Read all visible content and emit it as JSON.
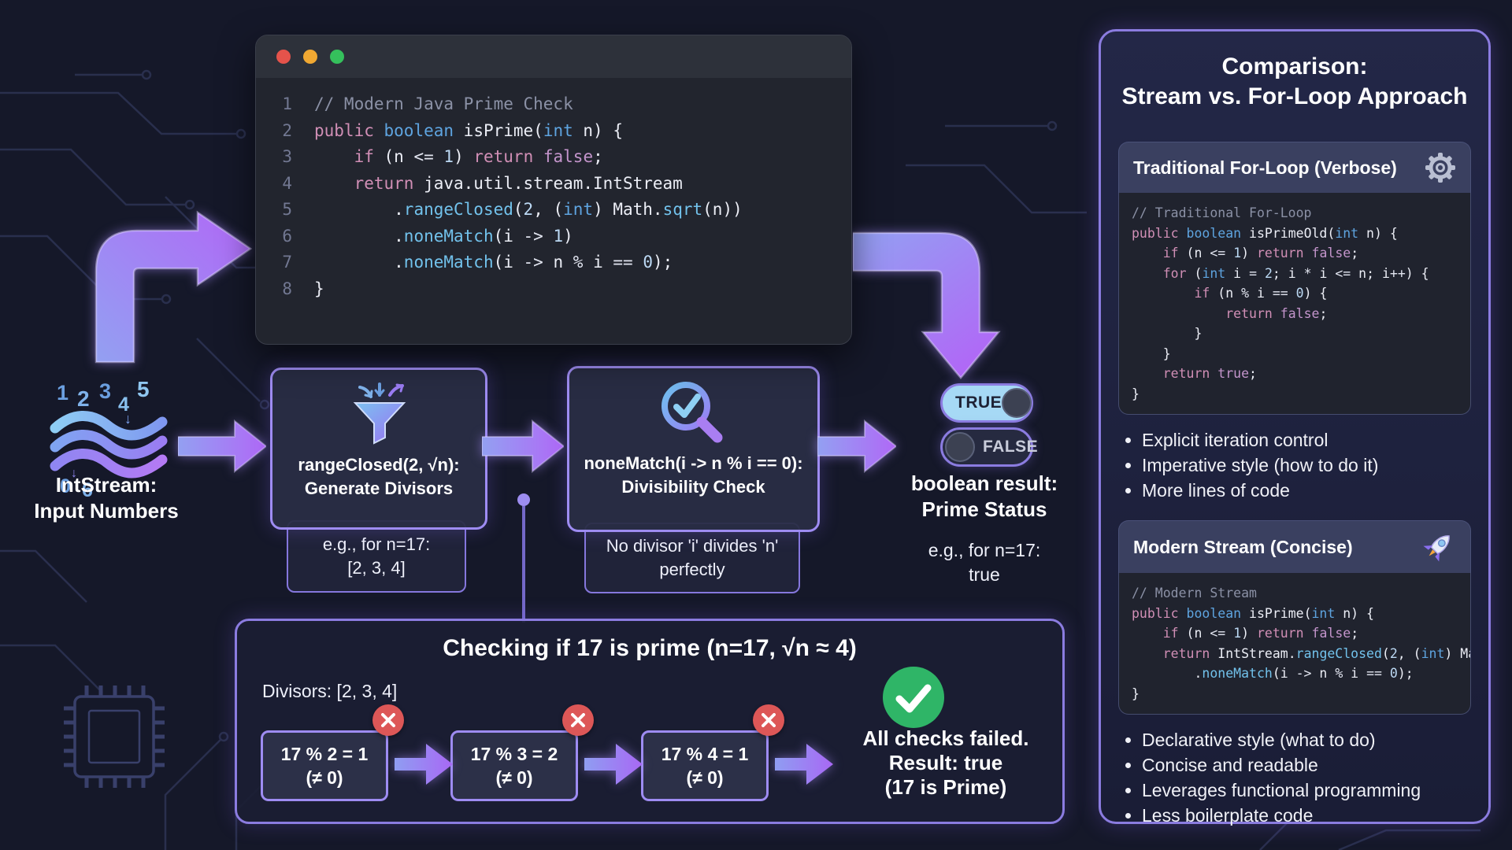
{
  "colors": {
    "accent_purple": "#8b7ce0",
    "arrow_light": "#93a0f2",
    "arrow_dark": "#b068f6",
    "true_fill": "#a6d9f5",
    "error_red": "#dd5757",
    "success_green": "#2fb567",
    "traffic_red": "#e5534b",
    "traffic_yellow": "#f0a832",
    "traffic_green": "#35c05c"
  },
  "icons": {
    "traffic_lights": "close-minimize-zoom",
    "stream_wave": "wavy stream with digits",
    "funnel": "funnel with in/out arrows",
    "magnifier_check": "magnifying glass with checkmark",
    "gear": "gear",
    "rocket": "rocket",
    "x_badge": "red x",
    "success_check": "green check circle"
  },
  "code_window": {
    "lines": [
      [
        [
          "c",
          "// Modern Java Prime Check"
        ]
      ],
      [
        [
          "k",
          "public"
        ],
        [
          "p",
          " "
        ],
        [
          "t",
          "boolean"
        ],
        [
          "p",
          " isPrime("
        ],
        [
          "t",
          "int"
        ],
        [
          "p",
          " n) {"
        ]
      ],
      [
        [
          "p",
          "    "
        ],
        [
          "k",
          "if"
        ],
        [
          "p",
          " (n "
        ],
        [
          "o",
          "<="
        ],
        [
          "p",
          " "
        ],
        [
          "n",
          "1"
        ],
        [
          "p",
          ") "
        ],
        [
          "k",
          "return"
        ],
        [
          "p",
          " "
        ],
        [
          "b",
          "false"
        ],
        [
          "p",
          ";"
        ]
      ],
      [
        [
          "p",
          "    "
        ],
        [
          "k",
          "return"
        ],
        [
          "p",
          " java.util.stream.IntStream"
        ]
      ],
      [
        [
          "p",
          "        ."
        ],
        [
          "m",
          "rangeClosed"
        ],
        [
          "p",
          "("
        ],
        [
          "n",
          "2"
        ],
        [
          "p",
          ", ("
        ],
        [
          "t",
          "int"
        ],
        [
          "p",
          ") Math."
        ],
        [
          "m",
          "sqrt"
        ],
        [
          "p",
          "(n))"
        ]
      ],
      [
        [
          "p",
          "        ."
        ],
        [
          "m",
          "noneMatch"
        ],
        [
          "p",
          "(i "
        ],
        [
          "o",
          "->"
        ],
        [
          "p",
          " "
        ],
        [
          "n",
          "1"
        ],
        [
          "p",
          ")"
        ]
      ],
      [
        [
          "p",
          "        ."
        ],
        [
          "m",
          "noneMatch"
        ],
        [
          "p",
          "(i "
        ],
        [
          "o",
          "->"
        ],
        [
          "p",
          " n "
        ],
        [
          "o",
          "%"
        ],
        [
          "p",
          " i "
        ],
        [
          "o",
          "=="
        ],
        [
          "p",
          " "
        ],
        [
          "n",
          "0"
        ],
        [
          "p",
          ");"
        ]
      ],
      [
        [
          "p",
          "}"
        ]
      ]
    ]
  },
  "flow": {
    "input": {
      "label_line1": "IntStream:",
      "label_line2": "Input Numbers",
      "numbers_top": "1 2 3 4 5",
      "numbers_bottom": "0 6"
    },
    "step1": {
      "title_line1": "rangeClosed(2, √n):",
      "title_line2": "Generate Divisors",
      "note_line1": "e.g., for n=17:",
      "note_line2": "[2, 3, 4]"
    },
    "step2": {
      "title_line1": "noneMatch(i -> n % i == 0):",
      "title_line2": "Divisibility Check",
      "note_line1": "No divisor 'i' divides 'n'",
      "note_line2": "perfectly"
    },
    "result": {
      "toggle_true": "TRUE",
      "toggle_false": "FALSE",
      "label_line1": "boolean result:",
      "label_line2": "Prime Status",
      "note_line1": "e.g., for n=17:",
      "note_line2": "true"
    }
  },
  "example": {
    "title": "Checking if 17 is prime (n=17, √n ≈ 4)",
    "divisors_label": "Divisors: [2, 3, 4]",
    "checks": [
      {
        "expr": "17 % 2 = 1",
        "note": "(≠ 0)"
      },
      {
        "expr": "17 % 3 = 2",
        "note": "(≠ 0)"
      },
      {
        "expr": "17 % 4 = 1",
        "note": "(≠ 0)"
      }
    ],
    "result_line1": "All checks failed.",
    "result_line2": "Result: true",
    "result_line3": "(17 is Prime)"
  },
  "comparison": {
    "title_line1": "Comparison:",
    "title_line2": "Stream vs. For-Loop Approach",
    "forloop": {
      "header": "Traditional For-Loop (Verbose)",
      "code": [
        [
          [
            "c",
            "// Traditional For-Loop"
          ]
        ],
        [
          [
            "k",
            "public"
          ],
          [
            "p",
            " "
          ],
          [
            "t",
            "boolean"
          ],
          [
            "p",
            " isPrimeOld("
          ],
          [
            "t",
            "int"
          ],
          [
            "p",
            " n) {"
          ]
        ],
        [
          [
            "p",
            "    "
          ],
          [
            "k",
            "if"
          ],
          [
            "p",
            " (n "
          ],
          [
            "o",
            "<="
          ],
          [
            "p",
            " "
          ],
          [
            "n",
            "1"
          ],
          [
            "p",
            ") "
          ],
          [
            "k",
            "return"
          ],
          [
            "p",
            " "
          ],
          [
            "b",
            "false"
          ],
          [
            "p",
            ";"
          ]
        ],
        [
          [
            "p",
            "    "
          ],
          [
            "k",
            "for"
          ],
          [
            "p",
            " ("
          ],
          [
            "t",
            "int"
          ],
          [
            "p",
            " i "
          ],
          [
            "o",
            "="
          ],
          [
            "p",
            " "
          ],
          [
            "n",
            "2"
          ],
          [
            "p",
            "; i "
          ],
          [
            "o",
            "*"
          ],
          [
            "p",
            " i "
          ],
          [
            "o",
            "<="
          ],
          [
            "p",
            " n; i"
          ],
          [
            "o",
            "++"
          ],
          [
            "p",
            ") {"
          ]
        ],
        [
          [
            "p",
            "        "
          ],
          [
            "k",
            "if"
          ],
          [
            "p",
            " (n "
          ],
          [
            "o",
            "%"
          ],
          [
            "p",
            " i "
          ],
          [
            "o",
            "=="
          ],
          [
            "p",
            " "
          ],
          [
            "n",
            "0"
          ],
          [
            "p",
            ") {"
          ]
        ],
        [
          [
            "p",
            "            "
          ],
          [
            "k",
            "return"
          ],
          [
            "p",
            " "
          ],
          [
            "b",
            "false"
          ],
          [
            "p",
            ";"
          ]
        ],
        [
          [
            "p",
            "        }"
          ]
        ],
        [
          [
            "p",
            "    }"
          ]
        ],
        [
          [
            "p",
            "    "
          ],
          [
            "k",
            "return"
          ],
          [
            "p",
            " "
          ],
          [
            "b",
            "true"
          ],
          [
            "p",
            ";"
          ]
        ],
        [
          [
            "p",
            "}"
          ]
        ]
      ],
      "bullets": [
        "Explicit iteration control",
        "Imperative style (how to do it)",
        "More lines of code"
      ]
    },
    "stream": {
      "header": "Modern Stream (Concise)",
      "code": [
        [
          [
            "c",
            "// Modern Stream"
          ]
        ],
        [
          [
            "k",
            "public"
          ],
          [
            "p",
            " "
          ],
          [
            "t",
            "boolean"
          ],
          [
            "p",
            " isPrime("
          ],
          [
            "t",
            "int"
          ],
          [
            "p",
            " n) {"
          ]
        ],
        [
          [
            "p",
            "    "
          ],
          [
            "k",
            "if"
          ],
          [
            "p",
            " (n "
          ],
          [
            "o",
            "<="
          ],
          [
            "p",
            " "
          ],
          [
            "n",
            "1"
          ],
          [
            "p",
            ") "
          ],
          [
            "k",
            "return"
          ],
          [
            "p",
            " "
          ],
          [
            "b",
            "false"
          ],
          [
            "p",
            ";"
          ]
        ],
        [
          [
            "p",
            "    "
          ],
          [
            "k",
            "return"
          ],
          [
            "p",
            " IntStream."
          ],
          [
            "m",
            "rangeClosed"
          ],
          [
            "p",
            "("
          ],
          [
            "n",
            "2"
          ],
          [
            "p",
            ", ("
          ],
          [
            "t",
            "int"
          ],
          [
            "p",
            ") Mat"
          ]
        ],
        [
          [
            "p",
            "        ."
          ],
          [
            "m",
            "noneMatch"
          ],
          [
            "p",
            "(i "
          ],
          [
            "o",
            "->"
          ],
          [
            "p",
            " n "
          ],
          [
            "o",
            "%"
          ],
          [
            "p",
            " i "
          ],
          [
            "o",
            "=="
          ],
          [
            "p",
            " "
          ],
          [
            "n",
            "0"
          ],
          [
            "p",
            ");"
          ]
        ],
        [
          [
            "p",
            "}"
          ]
        ]
      ],
      "bullets": [
        "Declarative style (what to do)",
        "Concise and readable",
        "Leverages functional programming",
        "Less boilerplate code"
      ]
    }
  }
}
